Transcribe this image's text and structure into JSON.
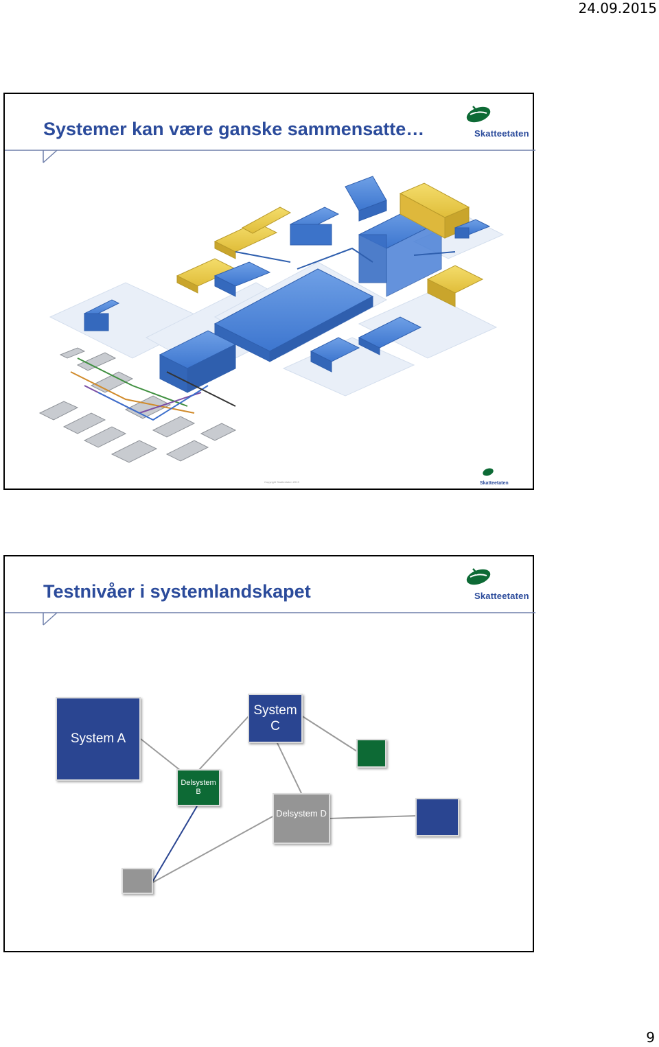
{
  "header": {
    "date": "24.09.2015"
  },
  "footer": {
    "page_number": "9"
  },
  "slide1": {
    "title": "Systemer kan være ganske sammensatte…",
    "logo_text": "Skatteetaten",
    "illustration_logo_text": "Skatteetaten",
    "copyright": "Copyright Skatteetaten 2013"
  },
  "slide2": {
    "title": "Testnivåer i systemlandskapet",
    "logo_text": "Skatteetaten",
    "nodes": {
      "system_a": "System A",
      "system_c": "System C",
      "delsystem_b": "Delsystem B",
      "delsystem_d": "Delsystem D"
    }
  },
  "colors": {
    "title": "#2b4b9b",
    "system_blue": "#2a4591",
    "system_green": "#0d6a35",
    "system_gray": "#959595",
    "logo_green": "#0d6a35"
  }
}
